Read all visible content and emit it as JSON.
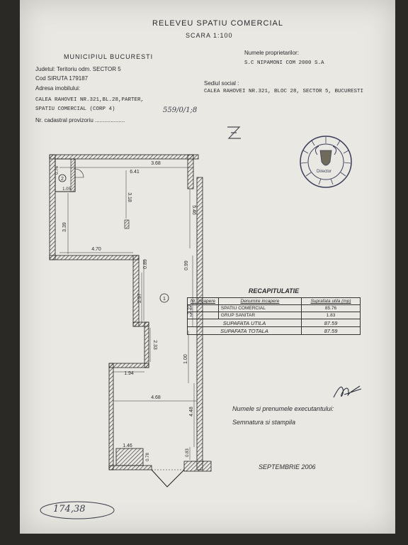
{
  "header": {
    "title": "RELEVEU SPATIU COMERCIAL",
    "scale": "SCARA 1:100"
  },
  "left_info": {
    "municipality": "MUNICIPIUL BUCURESTI",
    "county": "Judetul: Teritoriu odm.  SECTOR 5",
    "siruta": "Cod SIRUTA  179187",
    "address_label": "Adresa imobilului:",
    "address_line1": "CALEA RAHOVEI NR.321,BL.28,PARTER,",
    "address_line2": "SPATIU COMERCIAL  (CORP 4)",
    "cadastral": "Nr. cadastral provizoriu ...................",
    "cadastral_handwritten": "559/0/1;8"
  },
  "right_info": {
    "owners_label": "Numele proprietarilor:",
    "owner": "S.C NIPAMONI COM 2000 S.A",
    "seat_label": "Sediul social :",
    "seat": "CALEA RAHOVEI NR.321, BLOC 28, SECTOR 5, BUCURESTI"
  },
  "plan": {
    "dimensions": {
      "top_width": "3.68",
      "inner_width": "6.41",
      "left_height_small": "0.76",
      "left_small": "1.05",
      "height_a": "3.18",
      "height_left": "3.39",
      "right_upper": "5.46",
      "width_mid": "4.70",
      "d089": "0.89",
      "d099": "0.99",
      "d297": "2.97",
      "d222": "2.22",
      "d233": "2.33",
      "d100": "1.00",
      "d194": "1.94",
      "d468": "4.68",
      "d448": "4.48",
      "d146": "1.46",
      "d078": "0.78",
      "d083": "0.83"
    },
    "room_label": "1",
    "toilet_label": "2"
  },
  "recap": {
    "title": "RECAPITULATIE",
    "headers": [
      "Nr. incapere",
      "Denumire incapere",
      "Suprafata utila (mp)"
    ],
    "rows": [
      [
        "1",
        "SPATIU COMERCIAL",
        "85.76"
      ],
      [
        "2",
        "GRUP SANITAR",
        "1.83"
      ]
    ],
    "util_label": "SUPAFATA UTILA",
    "util_value": "87.59",
    "total_label": "SUPAFATA TOTALA",
    "total_value": "87.59"
  },
  "executant": {
    "name_label": "Numele si prenumele executantului:",
    "signature_label": "Semnatura si stampila"
  },
  "date": "SEPTEMBRIE 2006",
  "stamp": {
    "center_text": "Director"
  },
  "handwritten_footer": "174,38"
}
